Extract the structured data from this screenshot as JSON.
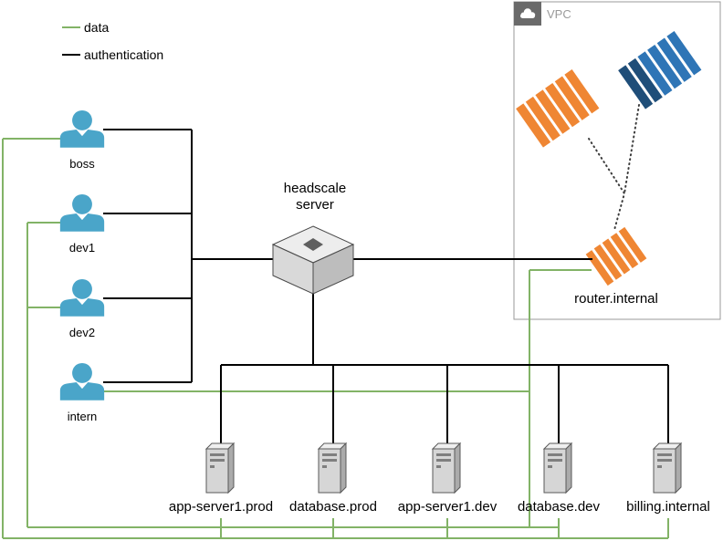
{
  "legend": {
    "data_label": "data",
    "auth_label": "authentication"
  },
  "users": [
    {
      "name": "boss"
    },
    {
      "name": "dev1"
    },
    {
      "name": "dev2"
    },
    {
      "name": "intern"
    }
  ],
  "headscale": {
    "label_line1": "headscale",
    "label_line2": "server"
  },
  "vpc": {
    "label": "VPC",
    "router_label": "router.internal"
  },
  "servers": [
    {
      "name": "app-server1.prod"
    },
    {
      "name": "database.prod"
    },
    {
      "name": "app-server1.dev"
    },
    {
      "name": "database.dev"
    },
    {
      "name": "billing.internal"
    }
  ],
  "colors": {
    "data_edge": "#82b366",
    "auth_edge": "#000000",
    "user_icon": "#4aa5c9",
    "stack_orange": "#ef8633",
    "stack_blue": "#2e75b6",
    "stack_blue_dark": "#1f4e79",
    "vpc_border": "#9a9a9a",
    "vpc_header": "#6a6a6a"
  }
}
